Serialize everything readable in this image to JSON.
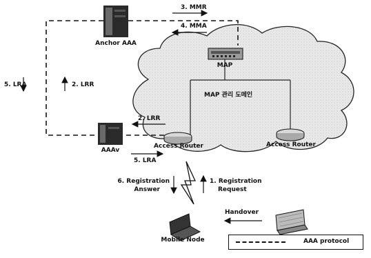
{
  "nodes": {
    "anchor_aaa": "Anchor AAA",
    "map": "MAP",
    "aaav": "AAAv",
    "access_router_left": "Access Router",
    "access_router_right": "Access Router",
    "mobile_node": "Mobile Node"
  },
  "domain_label": "MAP 관리 도메인",
  "messages": {
    "mmr": "3. MMR",
    "mma": "4. MMA",
    "lra_left": "5. LRA",
    "lrr_up": "2. LRR",
    "lrr_aaav": "2. LRR",
    "lra_bottom": "5. LRA",
    "registration_answer_1": "6. Registration",
    "registration_answer_2": "Answer",
    "registration_request_1": "1. Registration",
    "registration_request_2": "Request",
    "handover": "Handover"
  },
  "legend": {
    "aaa_protocol": "AAA protocol"
  }
}
